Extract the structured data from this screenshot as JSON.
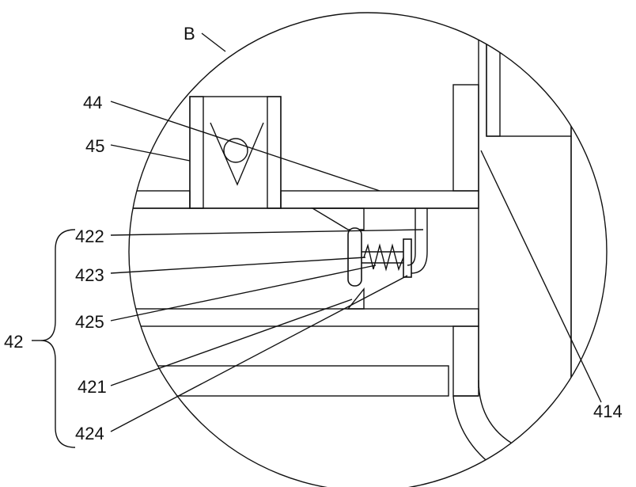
{
  "labels": {
    "detail": "B",
    "l44": "44",
    "l45": "45",
    "l422": "422",
    "l423": "423",
    "l425": "425",
    "l42": "42",
    "l421": "421",
    "l424": "424",
    "l414": "414"
  },
  "colors": {
    "stroke": "#111111",
    "background": "#ffffff"
  }
}
